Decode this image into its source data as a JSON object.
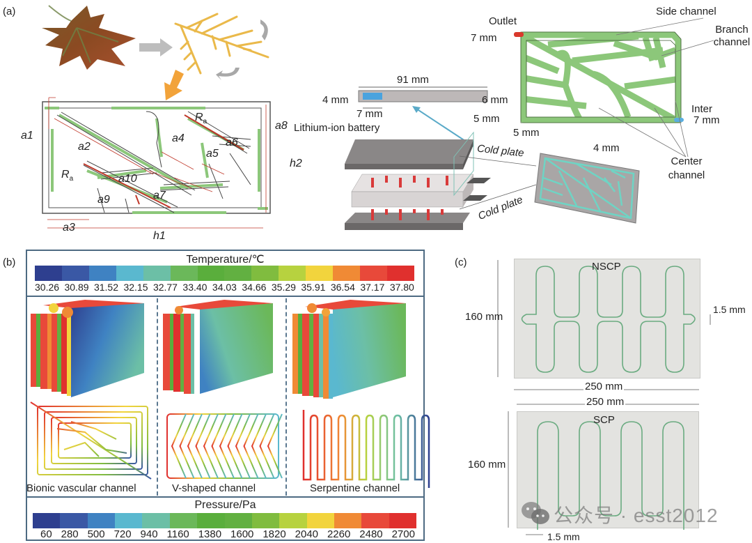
{
  "panel_a": {
    "letter": "(a)",
    "leaf_labels": {
      "a1": "a1",
      "a2": "a2",
      "a3": "a3",
      "a4": "a4",
      "a5": "a5",
      "a6": "a6",
      "a7": "a7",
      "a8": "a8",
      "a9": "a9",
      "a10": "a10",
      "h1": "h1",
      "h2": "h2",
      "ra_top": "R",
      "ra_bottom": "R",
      "ra_sub": "a"
    },
    "battery": {
      "label": "Lithium-ion battery",
      "length": "91 mm",
      "thick_left": "4 mm",
      "thick_right": "6 mm",
      "inlet_width": "7 mm",
      "cold_plate_top": "Cold plate",
      "cold_plate_bottom": "Cold plate"
    },
    "channel_plate": {
      "outlet": "Outlet",
      "outlet_width": "7 mm",
      "side_channel": "Side channel",
      "branch_channel": "Branch channel",
      "center_channel": "Center channel",
      "inlet": "Inter",
      "inlet_width": "7 mm",
      "dim_5mm_v": "5 mm",
      "dim_5mm_h": "5 mm",
      "dim_4mm": "4 mm"
    }
  },
  "panel_b": {
    "letter": "(b)",
    "temperature_scale": {
      "title": "Temperature/℃",
      "ticks": [
        "30.26",
        "30.89",
        "31.52",
        "32.15",
        "32.77",
        "33.40",
        "34.03",
        "34.66",
        "35.29",
        "35.91",
        "36.54",
        "37.17",
        "37.80"
      ],
      "colors": [
        "#2e3f8f",
        "#3a58a5",
        "#3f82c2",
        "#5ab8cf",
        "#6cbfa6",
        "#6bb85a",
        "#5aae3c",
        "#62b041",
        "#80bc3f",
        "#b7d23f",
        "#f2d43d",
        "#f08a35",
        "#e8493a",
        "#e0302e"
      ]
    },
    "pressure_scale": {
      "title": "Pressure/Pa",
      "ticks": [
        "60",
        "280",
        "500",
        "720",
        "940",
        "1160",
        "1380",
        "1600",
        "1820",
        "2040",
        "2260",
        "2480",
        "2700"
      ],
      "colors": [
        "#2e3f8f",
        "#3a58a5",
        "#3f82c2",
        "#5ab8cf",
        "#6cbfa6",
        "#6bb85a",
        "#5aae3c",
        "#62b041",
        "#80bc3f",
        "#b7d23f",
        "#f2d43d",
        "#f08a35",
        "#e8493a",
        "#e0302e"
      ]
    },
    "captions": [
      "Bionic vascular channel",
      "V-shaped channel",
      "Serpentine channel"
    ]
  },
  "panel_c": {
    "letter": "(c)",
    "top": {
      "name": "NSCP",
      "height": "160 mm",
      "width": "250 mm",
      "channel": "1.5 mm"
    },
    "bottom": {
      "name": "SCP",
      "height": "160 mm",
      "width": "250 mm",
      "channel": "1.5 mm"
    }
  },
  "watermark": {
    "text": "公众号 · esst2012"
  },
  "colors": {
    "channel_green": "#8cc77a",
    "channel_outline": "#4a6b3e",
    "dim_red": "#c0392b",
    "plate_gray": "#e3e3e0",
    "frame_blue": "#4d6a82",
    "arrow_orange": "#f2a33a",
    "arrow_gray": "#b5b5b5"
  }
}
